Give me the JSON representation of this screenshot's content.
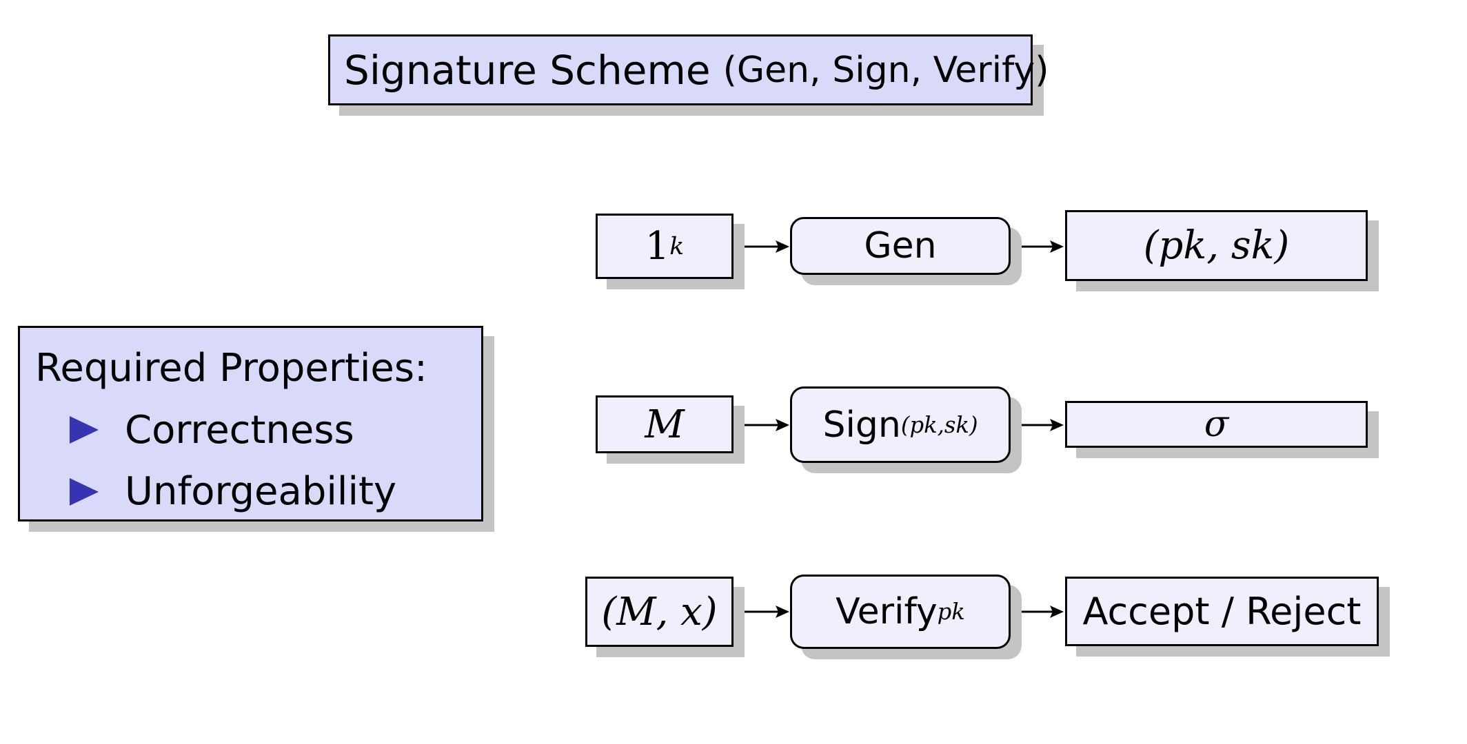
{
  "title": {
    "text": "Signature Scheme",
    "open": "(",
    "args": [
      "Gen",
      "Sign",
      "Verify"
    ],
    "separator": ", ",
    "close": ")"
  },
  "properties": {
    "heading": "Required Properties:",
    "items": [
      "Correctness",
      "Unforgeability"
    ]
  },
  "rows": [
    {
      "input": {
        "base": "1",
        "sup": "k"
      },
      "process": {
        "label": "Gen",
        "sub": ""
      },
      "output": {
        "text": "(pk, sk)"
      }
    },
    {
      "input": {
        "base": "M",
        "sup": ""
      },
      "process": {
        "label": "Sign",
        "sub": "(pk,sk)"
      },
      "output": {
        "text": "σ"
      }
    },
    {
      "input": {
        "base": "(M, x)",
        "sup": ""
      },
      "process": {
        "label": "Verify",
        "sub": "pk"
      },
      "output": {
        "text": "Accept / Reject"
      }
    }
  ],
  "colors": {
    "light_box": "#f0f0fd",
    "blue_box": "#d9d9fa",
    "bullet": "#3535b3",
    "shadow": "#c4c4c4"
  }
}
